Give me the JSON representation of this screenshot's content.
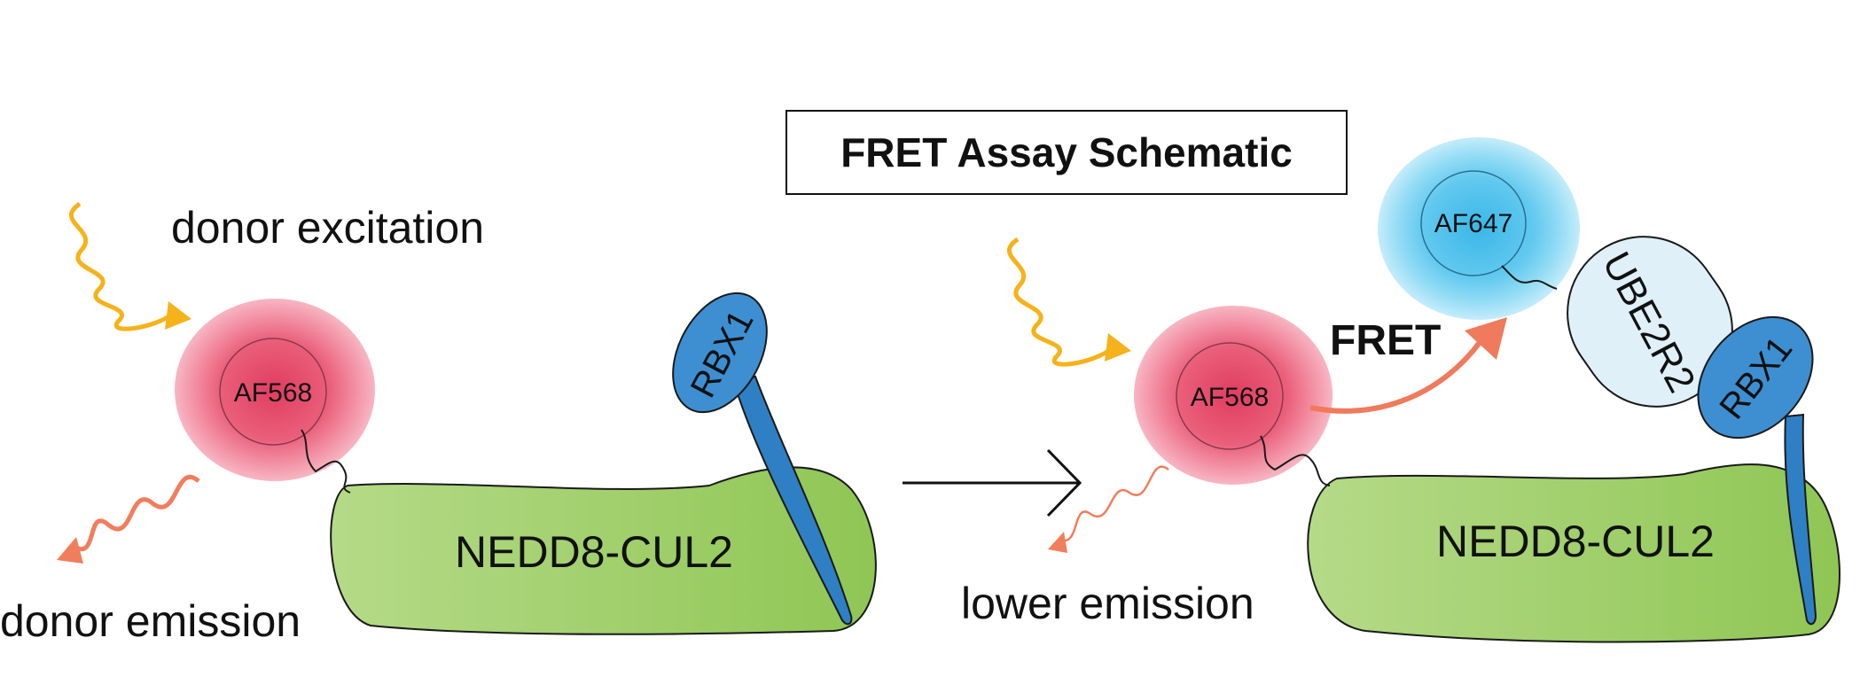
{
  "title": "FRET Assay Schematic",
  "left_panel": {
    "donor_label": "AF568",
    "rbx_label": "RBX1",
    "cullin_label": "NEDD8-CUL2",
    "excitation_label": "donor excitation",
    "emission_label": "donor emission"
  },
  "right_panel": {
    "donor_label": "AF568",
    "acceptor_label": "AF647",
    "e2_label": "UBE2R2",
    "rbx_label": "RBX1",
    "cullin_label": "NEDD8-CUL2",
    "fret_label": "FRET",
    "emission_label": "lower emission"
  },
  "colors": {
    "cullin": "#9ccd5e",
    "rbx": "#3d8fd1",
    "donor": "#e8506e",
    "acceptor": "#5cc8ef",
    "e2": "#dff0f8",
    "excitation": "#f5b21a",
    "emission": "#f07e5c",
    "fret_arrow": "#ef7a5c"
  }
}
